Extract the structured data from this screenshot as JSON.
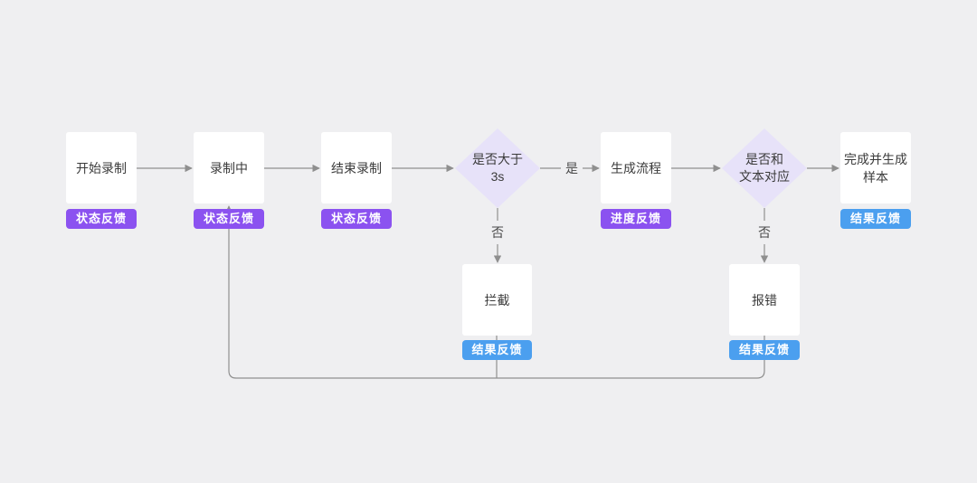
{
  "flowchart": {
    "title": "recording-feedback-flow",
    "colors": {
      "bg": "#efeff1",
      "process_fill": "#ffffff",
      "decision_fill": "#e7e2f9",
      "status_badge": "#8b52f0",
      "result_badge": "#4b9fef",
      "connector": "#8f8f8f",
      "node_text": "#3b3b3b",
      "edge_label_text": "#4a4a4a",
      "badge_text": "#ffffff"
    },
    "nodes": {
      "start_recording": {
        "label": "开始录制",
        "badge": "状态反馈",
        "badge_kind": "状态"
      },
      "recording": {
        "label": "录制中",
        "badge": "状态反馈",
        "badge_kind": "状态"
      },
      "end_recording": {
        "label": "结束录制",
        "badge": "状态反馈",
        "badge_kind": "状态"
      },
      "longer_than_3s": {
        "label": "是否大于\n3s"
      },
      "generate_process": {
        "label": "生成流程",
        "badge": "进度反馈",
        "badge_kind": "进度"
      },
      "matches_text": {
        "label": "是否和\n文本对应"
      },
      "complete_sample": {
        "label": "完成并生成\n样本",
        "badge": "结果反馈",
        "badge_kind": "结果"
      },
      "intercept": {
        "label": "拦截",
        "badge": "结果反馈",
        "badge_kind": "结果"
      },
      "error": {
        "label": "报错",
        "badge": "结果反馈",
        "badge_kind": "结果"
      }
    },
    "edge_labels": {
      "yes": "是",
      "no_duration": "否",
      "no_match": "否"
    }
  }
}
